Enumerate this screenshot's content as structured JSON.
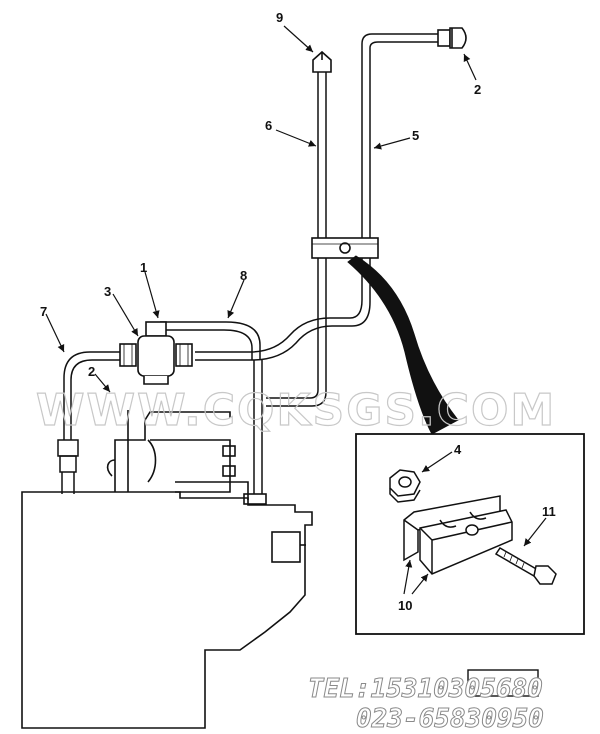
{
  "callouts": {
    "c1": "1",
    "c2_top": "2",
    "c2_left": "2",
    "c3": "3",
    "c4": "4",
    "c5": "5",
    "c6": "6",
    "c7": "7",
    "c8": "8",
    "c9": "9",
    "c10": "10",
    "c11": "11"
  },
  "watermark": "WWW.CQKSGS.COM",
  "contact": {
    "tel": "TEL:15310305680",
    "phone": "023-65830950"
  }
}
